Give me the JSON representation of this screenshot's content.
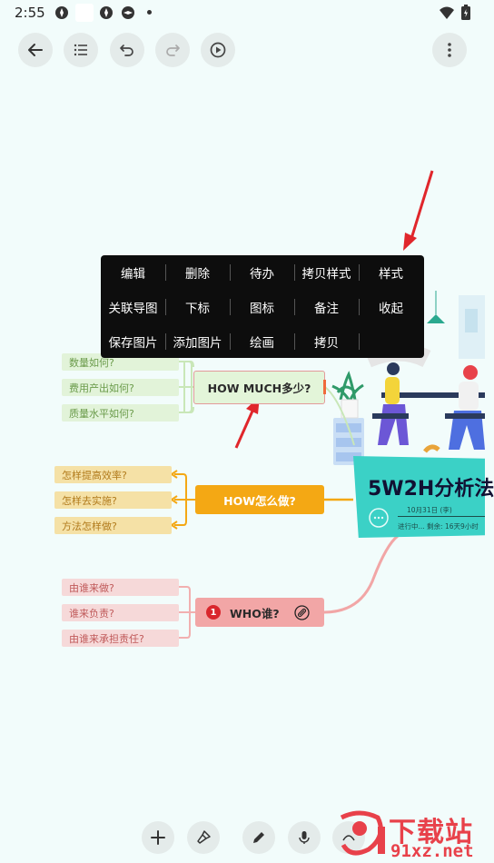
{
  "status_bar": {
    "time": "2:55"
  },
  "toolbar": {
    "back": "back-arrow-icon",
    "outline": "outline-list-icon",
    "undo": "undo-icon",
    "redo": "redo-icon",
    "play": "play-icon",
    "more": "more-vertical-icon"
  },
  "context_menu": {
    "row1": [
      "编辑",
      "删除",
      "待办",
      "拷贝样式",
      "样式"
    ],
    "row2": [
      "关联导图",
      "下标",
      "图标",
      "备注",
      "收起"
    ],
    "row3": [
      "保存图片",
      "添加图片",
      "绘画",
      "拷贝"
    ]
  },
  "mindmap": {
    "central": {
      "title": "5W2H分析法",
      "date": "10月31日 (李)",
      "progress": "进行中... 剩余: 16天9小时"
    },
    "how_much": {
      "label": "HOW MUCH多少?",
      "children": [
        "数量如何?",
        "费用产出如何?",
        "质量水平如何?"
      ]
    },
    "how": {
      "label": "HOW怎么做?",
      "children": [
        "怎样提高效率?",
        "怎样去实施?",
        "方法怎样做?"
      ]
    },
    "who": {
      "label": "WHO谁?",
      "badge": "1",
      "children": [
        "由谁来做?",
        "谁来负责?",
        "由谁来承担责任?"
      ]
    }
  },
  "watermark": {
    "top": "下载站",
    "bottom": "91xz.net"
  },
  "colors": {
    "background": "#f2fcfb",
    "central": "#3bd1c6",
    "how_much_fill": "#e3f5d9",
    "how_fill": "#f4a814",
    "who_fill": "#f2a6a6",
    "annotation_arrow": "#e0262b"
  }
}
